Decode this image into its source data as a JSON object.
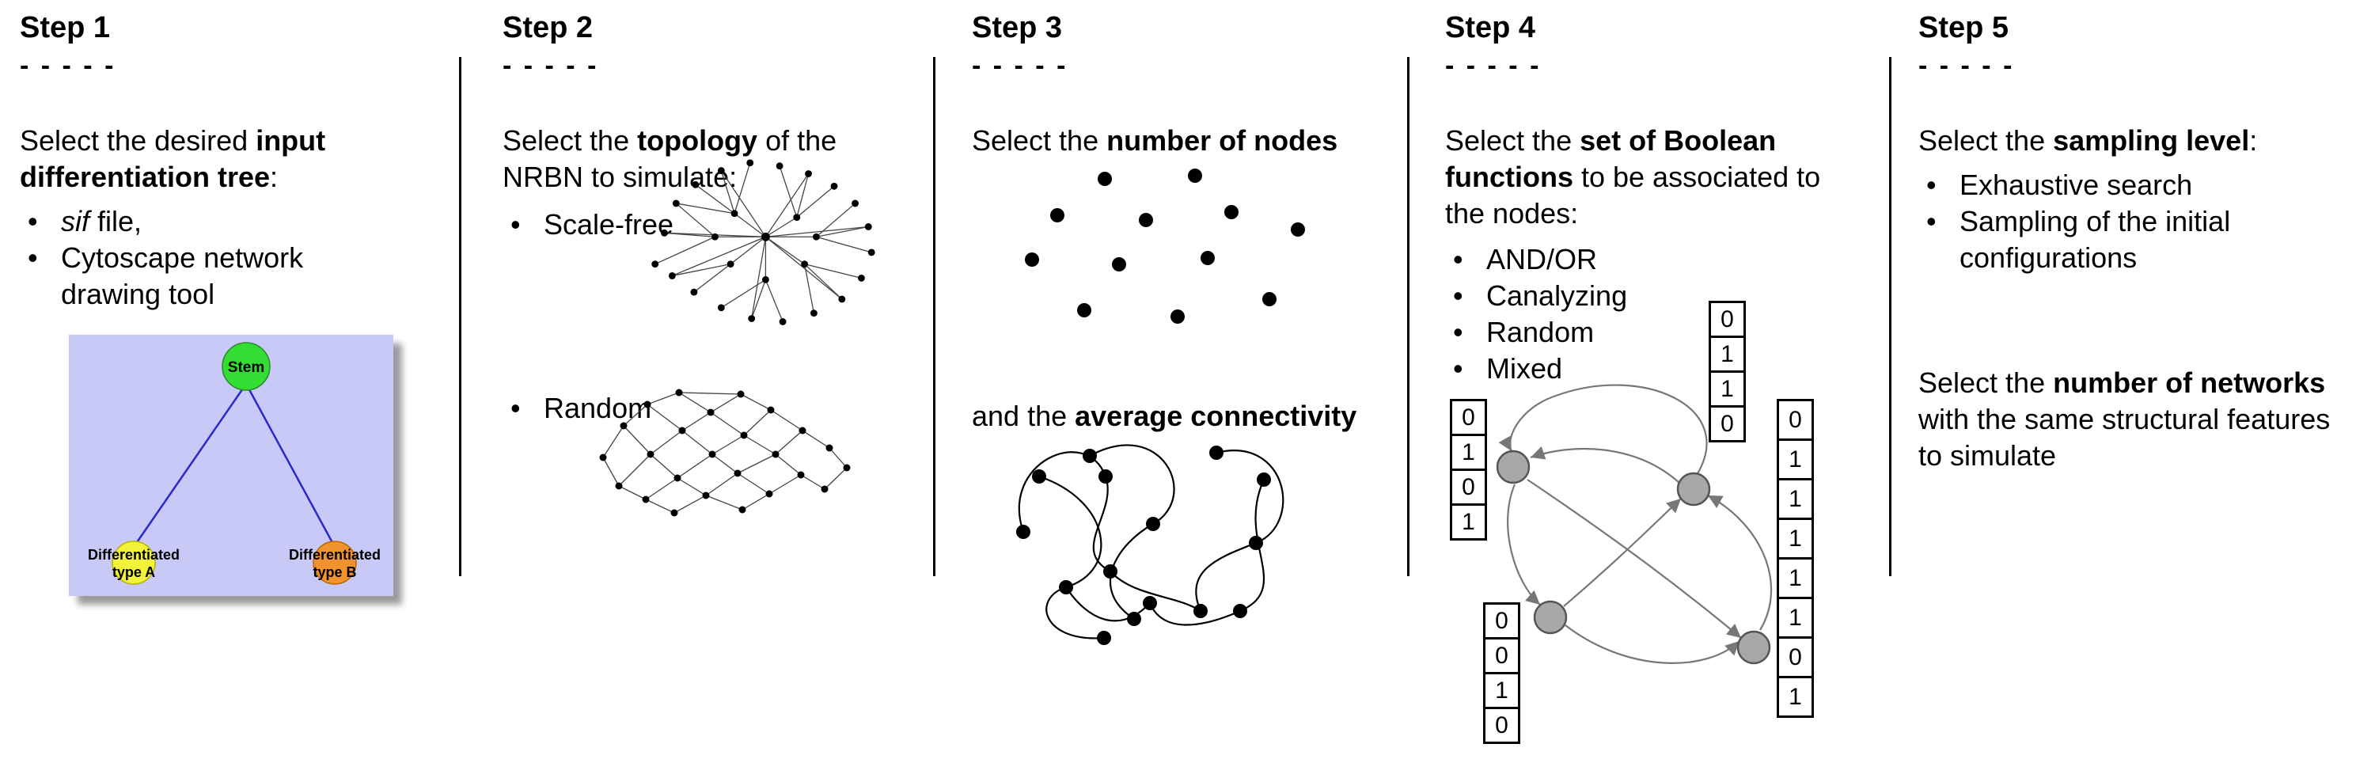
{
  "steps": {
    "step1": {
      "title": "Step 1",
      "dashes": "- - - - -",
      "intro": {
        "pre": "Select the desired ",
        "bold": "input differentiation tree",
        "post": ":"
      },
      "bullets": [
        {
          "italic": "sif",
          "text": " file,"
        },
        {
          "text": "Cytoscape network drawing tool"
        }
      ],
      "tree": {
        "stem_label": "Stem",
        "node_a_line1": "Differentiated",
        "node_a_line2": "type A",
        "node_b_line1": "Differentiated",
        "node_b_line2": "type B",
        "colors": {
          "bg": "#c9c9f8",
          "stem": "#33dd33",
          "type_a": "#f2f23a",
          "type_b": "#f0922d",
          "edge": "#2929c8"
        }
      }
    },
    "step2": {
      "title": "Step 2",
      "dashes": "- - - - -",
      "intro": {
        "pre": "Select the ",
        "bold": "topology",
        "post": " of the NRBN to simulate:"
      },
      "bullets": [
        {
          "text": "Scale-free"
        },
        {
          "text": "Random"
        }
      ]
    },
    "step3": {
      "title": "Step 3",
      "dashes": "- - - - -",
      "line1": {
        "pre": "Select the ",
        "bold": "number of nodes"
      },
      "line2": {
        "pre": "and the ",
        "bold": "average connectivity"
      }
    },
    "step4": {
      "title": "Step 4",
      "dashes": "- - - - -",
      "intro": {
        "pre": "Select the ",
        "bold": "set of Boolean functions",
        "post": " to be associated to the nodes:"
      },
      "bullets": [
        {
          "text": "AND/OR"
        },
        {
          "text": "Canalyzing"
        },
        {
          "text": "Random"
        },
        {
          "text": "Mixed"
        }
      ],
      "truth_tables": {
        "left": [
          "0",
          "1",
          "0",
          "1"
        ],
        "top": [
          "0",
          "1",
          "1",
          "0"
        ],
        "bottom_left": [
          "0",
          "0",
          "1",
          "0"
        ],
        "right": [
          "0",
          "1",
          "1",
          "1",
          "1",
          "1",
          "0",
          "1"
        ]
      }
    },
    "step5": {
      "title": "Step 5",
      "dashes": "- - - - -",
      "intro": {
        "pre": "Select the ",
        "bold": "sampling level",
        "post": ":"
      },
      "bullets": [
        {
          "text": "Exhaustive search"
        },
        {
          "text": "Sampling of the initial configurations"
        }
      ],
      "para2": {
        "pre": "Select the ",
        "bold": "number of networks",
        "post": " with the same structural features to simulate"
      }
    }
  }
}
